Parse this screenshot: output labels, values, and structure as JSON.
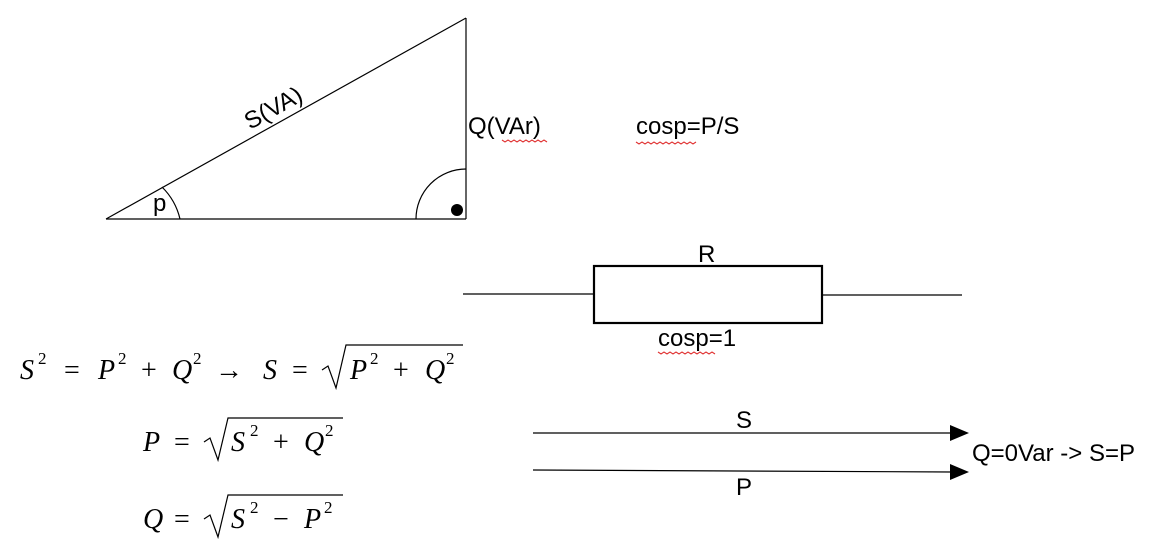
{
  "triangle": {
    "hypotenuse_label": "S(VA)",
    "vertical_label": "Q(VAr)",
    "angle_label": "p"
  },
  "definition": "cosp=P/S",
  "resistor": {
    "label": "R",
    "caption": "cosp=1"
  },
  "arrows": {
    "top_label": "S",
    "bottom_label": "P",
    "result": "Q=0Var -> S=P"
  },
  "equations": {
    "eq1": {
      "lhs": "S",
      "op1": "=",
      "t1": "P",
      "plus": "+",
      "t2": "Q",
      "arrow": "→",
      "s": "S",
      "eq": "=",
      "r1": "P",
      "rplus": "+",
      "r2": "Q",
      "exp": "2"
    },
    "eq2": {
      "lhs": "P",
      "eq": "=",
      "r1": "S",
      "op": "+",
      "r2": "Q",
      "exp": "2"
    },
    "eq3": {
      "lhs": "Q",
      "eq": "=",
      "r1": "S",
      "op": "−",
      "r2": "P",
      "exp": "2"
    }
  }
}
